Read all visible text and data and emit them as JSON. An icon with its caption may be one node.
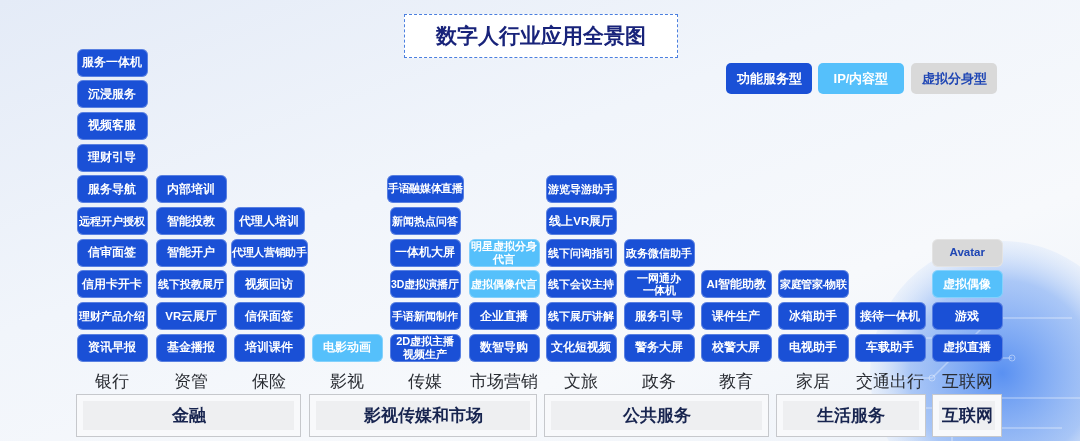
{
  "diagram": {
    "title": "数字人行业应用全景图",
    "nodes": [
      {
        "text": [
          "服务一体机"
        ]
      },
      {
        "text": [
          "沉浸服务"
        ]
      },
      {
        "text": [
          "视频客服"
        ]
      },
      {
        "text": [
          "理财引导"
        ]
      },
      {
        "text": [
          "服务导航"
        ]
      },
      {
        "text": [
          "远程开户授权"
        ]
      },
      {
        "text": [
          "信审面签"
        ]
      },
      {
        "text": [
          "信用卡开卡"
        ]
      },
      {
        "text": [
          "理财产品介绍"
        ]
      },
      {
        "text": [
          "资讯早报"
        ]
      },
      {
        "text": [
          "内部培训"
        ]
      },
      {
        "text": [
          "智能投教"
        ]
      },
      {
        "text": [
          "智能开户"
        ]
      },
      {
        "text": [
          "线下投教展厅"
        ]
      },
      {
        "text": [
          "VR云展厅"
        ]
      },
      {
        "text": [
          "基金播报"
        ]
      },
      {
        "text": [
          "代理人培训"
        ]
      },
      {
        "text": [
          "代理人营销助手"
        ]
      },
      {
        "text": [
          "视频回访"
        ]
      },
      {
        "text": [
          "信保面签"
        ]
      },
      {
        "text": [
          "培训课件"
        ]
      },
      {
        "text": [
          "电影动画"
        ]
      },
      {
        "text": [
          "手语融媒体直播"
        ]
      },
      {
        "text": [
          "新闻热点问答"
        ]
      },
      {
        "text": [
          "一体机大屏"
        ]
      },
      {
        "text": [
          "3D虚拟演播厅"
        ]
      },
      {
        "text": [
          "手语新闻制作"
        ]
      },
      {
        "text": [
          "2D虚拟主播视频生产"
        ]
      },
      {
        "text": [
          "明星虚拟分身代言"
        ]
      },
      {
        "text": [
          "虚拟偶像代言"
        ]
      },
      {
        "text": [
          "企业直播"
        ]
      },
      {
        "text": [
          "数智导购"
        ]
      },
      {
        "text": [
          "游览导游助手"
        ]
      },
      {
        "text": [
          "线上VR展厅"
        ]
      },
      {
        "text": [
          "线下问询指引"
        ]
      },
      {
        "text": [
          "线下会议主持"
        ]
      },
      {
        "text": [
          "线下展厅讲解"
        ]
      },
      {
        "text": [
          "文化短视频"
        ]
      },
      {
        "text": [
          "政务微信助手"
        ]
      },
      {
        "text": [
          "一网通办一体机"
        ]
      },
      {
        "text": [
          "服务引导"
        ]
      },
      {
        "text": [
          "警务大屏"
        ]
      },
      {
        "text": [
          "AI智能助教"
        ]
      },
      {
        "text": [
          "课件生产"
        ]
      },
      {
        "text": [
          "校警大屏"
        ]
      },
      {
        "text": [
          "家庭管家-物联"
        ]
      },
      {
        "text": [
          "冰箱助手"
        ]
      },
      {
        "text": [
          "电视助手"
        ]
      },
      {
        "text": [
          "接待一体机"
        ]
      },
      {
        "text": [
          "车载助手"
        ]
      },
      {
        "text": [
          "Avatar"
        ]
      },
      {
        "text": [
          "虚拟偶像"
        ]
      },
      {
        "text": [
          "游戏"
        ]
      },
      {
        "text": [
          "虚拟直播"
        ]
      },
      {
        "text": [
          "金融"
        ]
      },
      {
        "text": [
          "影视传媒和市场"
        ]
      },
      {
        "text": [
          "公共服务"
        ]
      },
      {
        "text": [
          "生活服务"
        ]
      },
      {
        "text": [
          "互联网"
        ]
      }
    ],
    "labels": [
      "银行",
      "资管",
      "保险",
      "影视",
      "传媒",
      "市场营销",
      "文旅",
      "政务",
      "教育",
      "家居",
      "交通出行",
      "互联网"
    ],
    "legend": [
      {
        "text": "功能服务型",
        "color": "#1a50d6"
      },
      {
        "text": "IP/内容型",
        "color": "#55c0fb"
      },
      {
        "text": "虚拟分身型",
        "color": "#d9d9d9"
      }
    ]
  }
}
